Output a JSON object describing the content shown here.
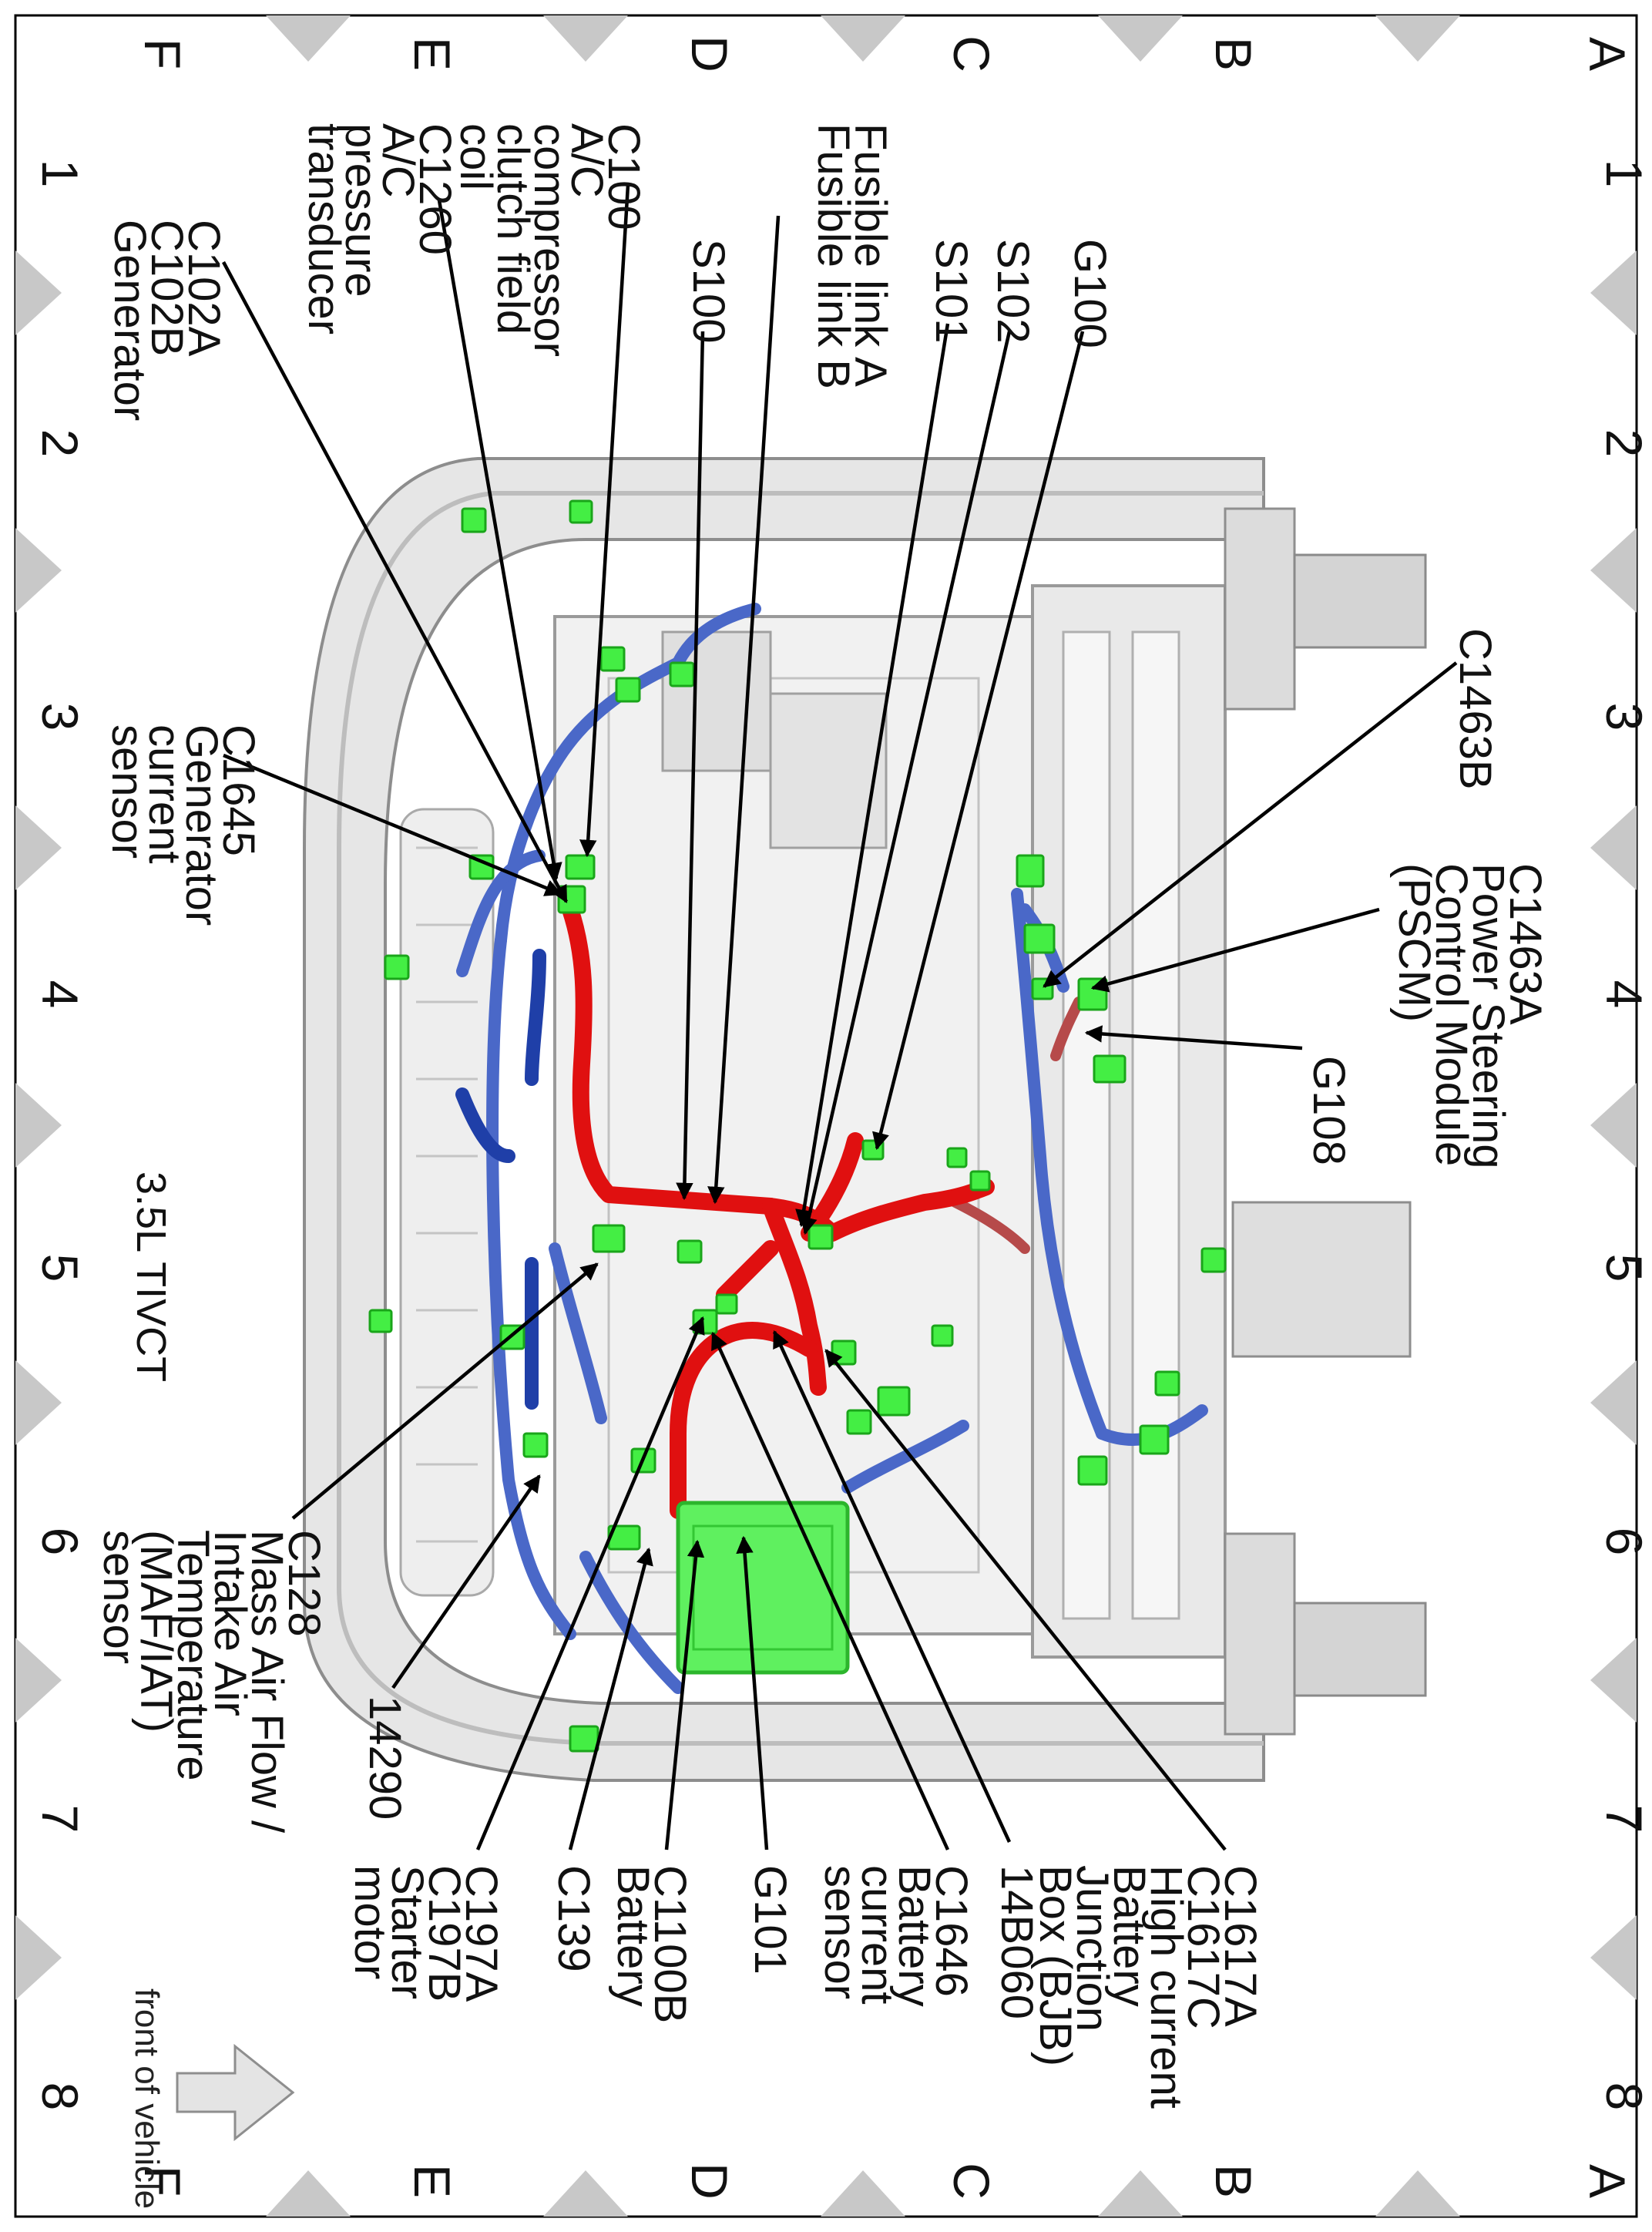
{
  "diagram": {
    "engine_label": "3.5L TIVCT",
    "front_of_vehicle": "front of vehicle",
    "grid": {
      "rows": [
        "A",
        "B",
        "C",
        "D",
        "E",
        "F"
      ],
      "columns": [
        "1",
        "2",
        "3",
        "4",
        "5",
        "6",
        "7",
        "8"
      ]
    },
    "colors": {
      "power_harness": "#e01010",
      "signal_harness": "#4a68c8",
      "connector": "#44ee44",
      "chassis": "#d9d9d9",
      "zone_marker": "#c8c8c8"
    },
    "callouts": [
      {
        "id": "c102",
        "lines": [
          "C102A",
          "C102B",
          "Generator"
        ]
      },
      {
        "id": "c1260",
        "lines": [
          "C1260",
          "A/C",
          "pressure",
          "transducer"
        ]
      },
      {
        "id": "c100",
        "lines": [
          "C100",
          "A/C",
          "compressor",
          "clutch field",
          "coil"
        ]
      },
      {
        "id": "fusible",
        "lines": [
          "Fusible link A",
          "Fusible link B"
        ]
      },
      {
        "id": "s100",
        "lines": [
          "S100"
        ]
      },
      {
        "id": "s101",
        "lines": [
          "S101"
        ]
      },
      {
        "id": "s102",
        "lines": [
          "S102"
        ]
      },
      {
        "id": "g100",
        "lines": [
          "G100"
        ]
      },
      {
        "id": "c1463b",
        "lines": [
          "C1463B"
        ]
      },
      {
        "id": "c1463a",
        "lines": [
          "C1463A",
          "Power Steering",
          "Control Module",
          "(PSCM)"
        ]
      },
      {
        "id": "g108",
        "lines": [
          "G108"
        ]
      },
      {
        "id": "c1645",
        "lines": [
          "C1645",
          "Generator",
          "current",
          "sensor"
        ]
      },
      {
        "id": "c128",
        "lines": [
          "C128",
          "Mass Air Flow /",
          "Intake Air",
          "Temperature",
          "(MAF/IAT)",
          "sensor"
        ]
      },
      {
        "id": "h14290",
        "lines": [
          "14290"
        ]
      },
      {
        "id": "c197",
        "lines": [
          "C197A",
          "C197B",
          "Starter",
          "motor"
        ]
      },
      {
        "id": "c139",
        "lines": [
          "C139"
        ]
      },
      {
        "id": "c1100b",
        "lines": [
          "C1100B",
          "Battery"
        ]
      },
      {
        "id": "g101",
        "lines": [
          "G101"
        ]
      },
      {
        "id": "c1646",
        "lines": [
          "C1646",
          "Battery",
          "current",
          "sensor"
        ]
      },
      {
        "id": "h14b060",
        "lines": [
          "14B060"
        ]
      },
      {
        "id": "c1617",
        "lines": [
          "C1617A",
          "C1617C",
          "High current",
          "Battery",
          "Junction",
          "Box (BJB)"
        ]
      }
    ]
  }
}
